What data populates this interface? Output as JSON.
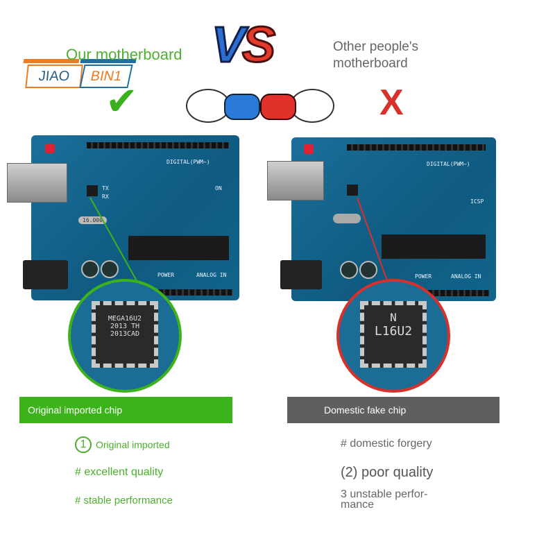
{
  "logo": {
    "left": "JIAO",
    "right": "BIN1"
  },
  "header": {
    "vs": "VS",
    "ours": "Our motherboard",
    "theirs_line1": "Other people's",
    "theirs_line2": "motherboard"
  },
  "icons": {
    "check": "checkmark-icon",
    "cross": "x-icon",
    "boxing": "boxing-gloves-icon"
  },
  "boards": {
    "digital": "DIGITAL(PWM~)",
    "power": "POWER",
    "analog": "ANALOG IN",
    "crystal": "16.000",
    "on": "ON",
    "icsp": "ICSP",
    "tx": "TX",
    "rx": "RX"
  },
  "left_chip": {
    "line1": "MEGA16U2",
    "line2": "2013 TH",
    "line3": "2013CAD"
  },
  "right_chip": {
    "line1": "N",
    "line2": "L16U2"
  },
  "left": {
    "banner": "Original imported chip",
    "num": "1",
    "item1": "Original imported",
    "item2": "# excellent quality",
    "item3": "# stable performance"
  },
  "right": {
    "banner": "Domestic fake chip",
    "item1": "# domestic forgery",
    "item2": "(2) poor quality",
    "item3": "3 unstable perfor-\nmance"
  },
  "colors": {
    "green": "#3cb31a",
    "gray": "#5f5f5f",
    "red": "#d8302a",
    "blue": "#1a6f9a"
  }
}
